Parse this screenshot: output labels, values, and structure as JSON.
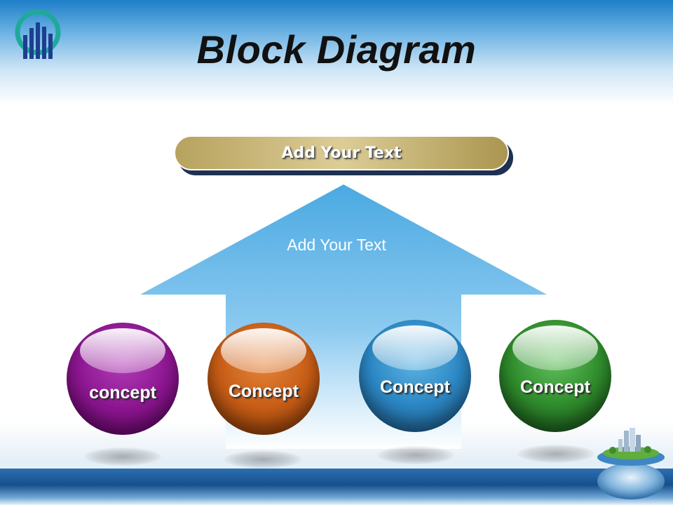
{
  "title": "Block Diagram",
  "banner": {
    "text": "Add Your Text"
  },
  "arrow": {
    "text": "Add Your Text"
  },
  "spheres": [
    {
      "label": "concept",
      "color": "#8c1690"
    },
    {
      "label": "Concept",
      "color": "#c75d16"
    },
    {
      "label": "Concept",
      "color": "#2b87c4"
    },
    {
      "label": "Concept",
      "color": "#2f8c2c"
    }
  ],
  "colors": {
    "banner_gold": "#c8b574",
    "arrow_blue": "#5db3e6",
    "logo_teal": "#1fa99b",
    "logo_navy": "#1d3f8f"
  },
  "icons": {
    "logo": "bar-chart-logo-icon",
    "globe": "city-globe-icon"
  }
}
